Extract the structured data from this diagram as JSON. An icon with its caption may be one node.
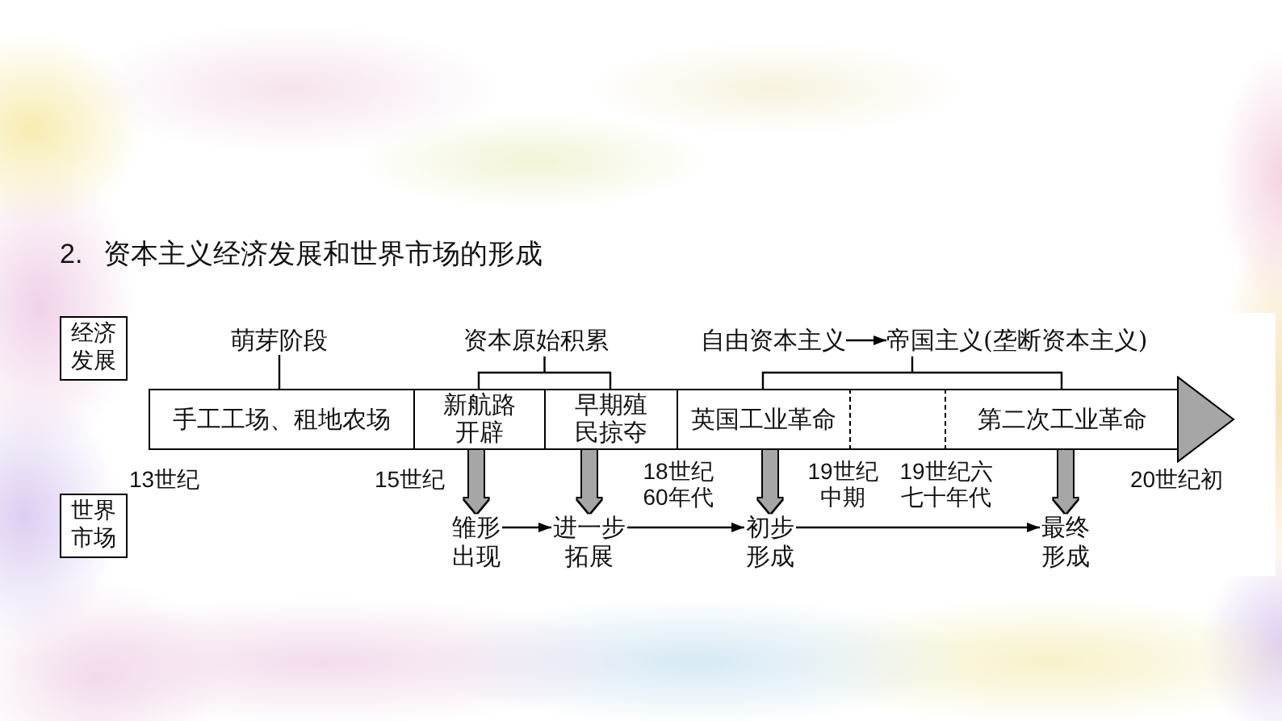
{
  "diagram": {
    "title": "2. 资本主义经济发展和世界市场的形成",
    "nodes": [
      {
        "text": [
          "经济发展"
        ]
      },
      {
        "text": [
          "萌芽阶段"
        ]
      },
      {
        "text": [
          "自由资本主义"
        ]
      },
      {
        "text": [
          "帝国主义(垄断资本主义)"
        ]
      },
      {
        "text": [
          "手工工场、租地农场"
        ]
      },
      {
        "text": [
          "新航路开辟"
        ]
      },
      {
        "text": [
          "早期殖民掠夺"
        ]
      },
      {
        "text": [
          "英国工业革命"
        ]
      },
      {
        "text": [],
        "shape": "box"
      },
      {
        "text": [
          "第二次工业革命"
        ]
      },
      {
        "text": [
          "世界市场"
        ]
      },
      {
        "text": [
          "雏形出现"
        ]
      },
      {
        "text": [
          "进一步拓展"
        ]
      },
      {
        "text": [
          "初步形成"
        ]
      },
      {
        "text": [
          "最终形成"
        ]
      }
    ],
    "edges": [
      {
        "from": 1,
        "to": 4,
        "arrow": "none"
      },
      {
        "from": 2,
        "to": 3,
        "arrow": "to"
      },
      {
        "from": 5,
        "to": 11,
        "arrow": "to",
        "style": "thick",
        "color": "#a6a6a6"
      },
      {
        "from": 6,
        "to": 12,
        "arrow": "to",
        "style": "thick",
        "color": "#a6a6a6"
      },
      {
        "from": 7,
        "to": 13,
        "arrow": "to",
        "style": "thick",
        "color": "#a6a6a6"
      },
      {
        "from": 9,
        "to": 14,
        "arrow": "to",
        "style": "thick",
        "color": "#a6a6a6"
      },
      {
        "from": 11,
        "to": 12,
        "arrow": "to"
      },
      {
        "from": 12,
        "to": 13,
        "arrow": "to"
      },
      {
        "from": 13,
        "to": 14,
        "arrow": "to"
      }
    ],
    "labels": [
      "资本原始积累",
      "13世纪",
      "15世纪",
      "18世纪60年代",
      "19世纪中期",
      "19世纪六七十年代",
      "20世纪初"
    ]
  }
}
